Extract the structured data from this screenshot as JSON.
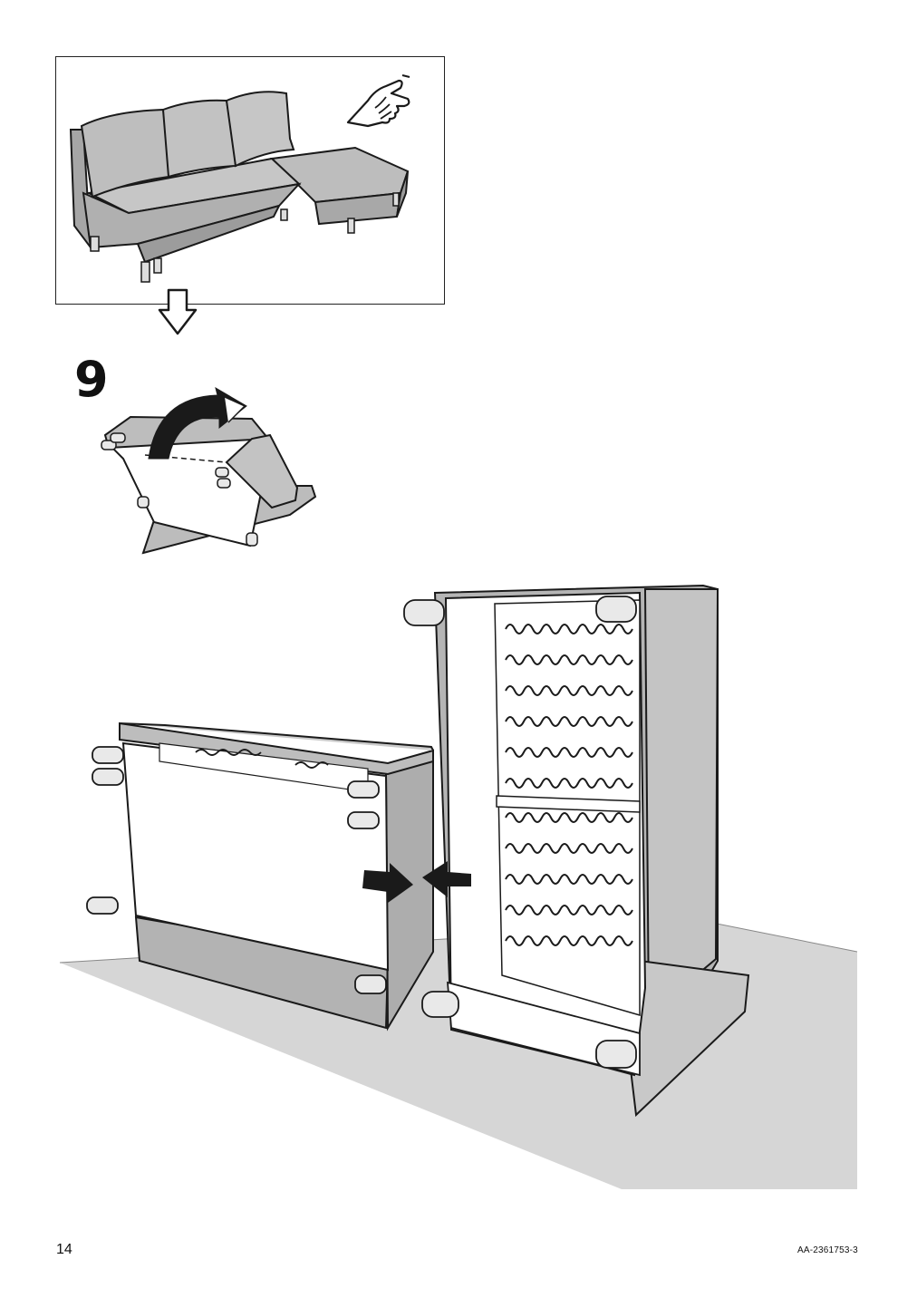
{
  "step": {
    "number": "9"
  },
  "footer": {
    "page_number": "14",
    "document_code": "AA-2361753-3"
  },
  "colors": {
    "upholstery": "#b9b9b9",
    "upholstery_dark": "#8e8e8e",
    "line": "#1a1a1a",
    "floor": "#d4d4d4",
    "panel": "#ffffff",
    "arrow": "#1a1a1a"
  },
  "icons": [
    "touch-hand-icon",
    "down-arrow-icon",
    "rotate-arrow-icon",
    "push-arrow-icon"
  ]
}
